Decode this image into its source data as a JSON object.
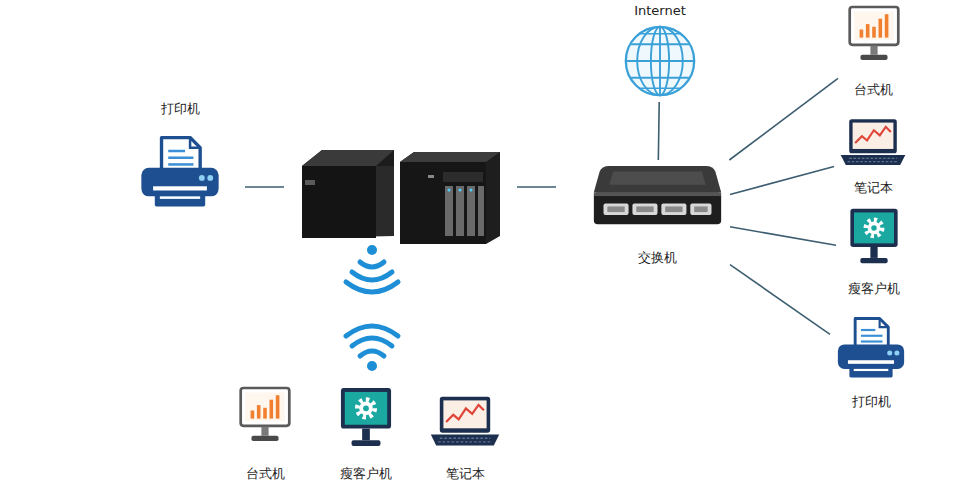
{
  "diagram": {
    "nodes": [
      {
        "text": [
          "Internet"
        ]
      },
      {
        "text": [
          "打印机"
        ]
      },
      {
        "text": [
          "交换机"
        ]
      },
      {
        "text": [
          "台式机"
        ]
      },
      {
        "text": [
          "笔记本"
        ]
      },
      {
        "text": [
          "瘦客户机"
        ]
      },
      {
        "text": [
          "打印机"
        ]
      },
      {
        "text": [
          "台式机"
        ]
      },
      {
        "text": [
          "瘦客户机"
        ]
      },
      {
        "text": [
          "笔记本"
        ]
      }
    ],
    "edges": [
      {
        "from": 2,
        "to": 0,
        "arrow": "none"
      },
      {
        "from": 2,
        "to": 3,
        "arrow": "none"
      },
      {
        "from": 2,
        "to": 4,
        "arrow": "none"
      },
      {
        "from": 2,
        "to": 5,
        "arrow": "none"
      },
      {
        "from": 2,
        "to": 6,
        "arrow": "none"
      }
    ]
  }
}
